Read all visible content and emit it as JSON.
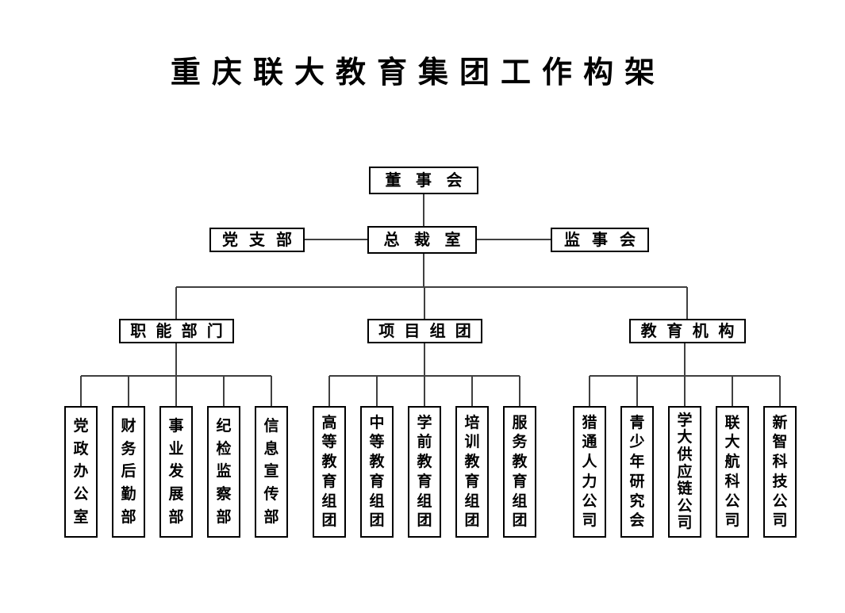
{
  "title": "重庆联大教育集团工作构架",
  "colors": {
    "background": "#ffffff",
    "box_border": "#000000",
    "connector_line": "#404040",
    "text": "#000000"
  },
  "chart": {
    "root": {
      "label": "董事会"
    },
    "level2": {
      "party_branch": {
        "label": "党支部"
      },
      "president_office": {
        "label": "总裁室"
      },
      "supervisory_board": {
        "label": "监事会"
      }
    },
    "branches": [
      {
        "label": "职能部门",
        "children": [
          "党政办公室",
          "财务后勤部",
          "事业发展部",
          "纪检监察部",
          "信息宣传部"
        ]
      },
      {
        "label": "项目组团",
        "children": [
          "高等教育组团",
          "中等教育组团",
          "学前教育组团",
          "培训教育组团",
          "服务教育组团"
        ]
      },
      {
        "label": "教育机构",
        "children": [
          "猎通人力公司",
          "青少年研究会",
          "学大供应链公司",
          "联大航科公司",
          "新智科技公司"
        ]
      }
    ]
  }
}
